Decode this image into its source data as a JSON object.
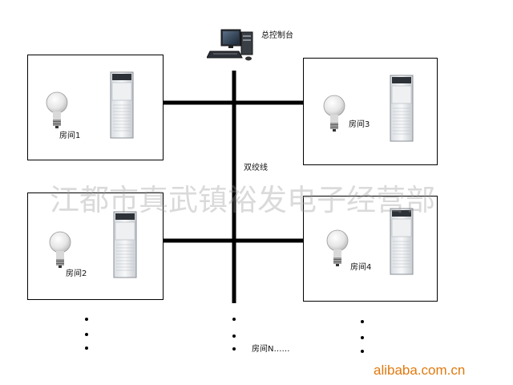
{
  "console": {
    "label": "总控制台",
    "icon": "computer-icon"
  },
  "cable": {
    "label": "双绞线"
  },
  "rooms": [
    {
      "label": "房间1",
      "icons": [
        "light-bulb-icon",
        "air-conditioner-icon"
      ]
    },
    {
      "label": "房间2",
      "icons": [
        "light-bulb-icon",
        "air-conditioner-icon"
      ]
    },
    {
      "label": "房间3",
      "icons": [
        "light-bulb-icon",
        "air-conditioner-icon"
      ]
    },
    {
      "label": "房间4",
      "icons": [
        "light-bulb-icon",
        "air-conditioner-icon"
      ]
    }
  ],
  "more_rooms": {
    "label": "房间N……"
  },
  "watermark": {
    "text": "江都市真武镇裕发电子经营部"
  },
  "brand": {
    "text": "alibaba.com.cn",
    "color": "#e07a10"
  }
}
